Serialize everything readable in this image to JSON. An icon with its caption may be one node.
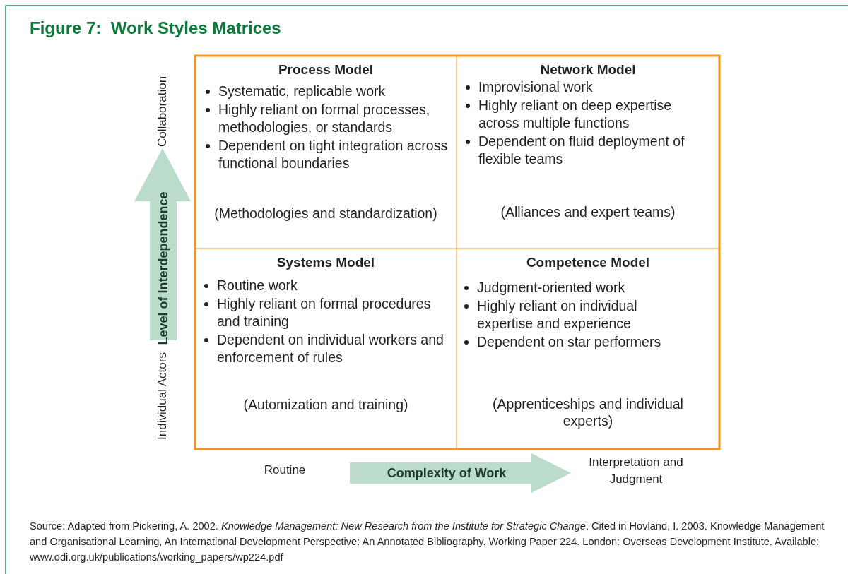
{
  "diagram": {
    "title": "Figure 7:  Work Styles Matrices",
    "caption": "Source: Adapted from Pickering, A. 2002. *Knowledge Management: New Research from the Institute for Strategic Change*. Cited in Hovland, I. 2003. Knowledge Management and Organisational Learning, An International Development Perspective: An Annotated Bibliography. Working Paper 224. London: Overseas Development Institute. Available: www.odi.org.uk/publications/working_papers/wp224.pdf",
    "nodes": [
      {
        "text": [
          "Process Model",
          "Systematic, replicable work",
          "Highly reliant on formal processes, methodologies, or standards",
          "Dependent on tight integration across functional boundaries",
          "(Methodologies and standardization)"
        ]
      },
      {
        "text": [
          "Network Model",
          "Improvisional work",
          "Highly reliant on deep expertise across multiple functions",
          "Dependent on fluid deployment of flexible teams",
          "(Alliances and expert teams)"
        ]
      },
      {
        "text": [
          "Systems Model",
          "Routine work",
          "Highly reliant on formal procedures and training",
          "Dependent on individual workers and enforcement of rules",
          "(Automization and training)"
        ]
      },
      {
        "text": [
          "Competence Model",
          "Judgment-oriented work",
          "Highly reliant on individual expertise and experience",
          "Dependent on star performers",
          "(Apprenticeships and individual experts)"
        ]
      },
      {
        "text": [
          "Level of Interdependence"
        ]
      },
      {
        "text": [
          "Complexity of Work"
        ]
      }
    ],
    "labels": [
      "Collaboration",
      "Individual Actors",
      "Routine",
      "Interpretation and Judgment"
    ]
  }
}
